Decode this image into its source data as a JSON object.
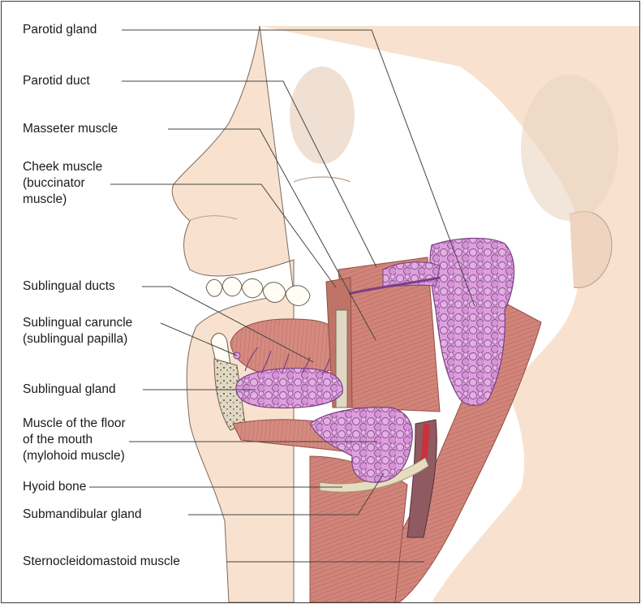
{
  "labels": {
    "parotid_gland": "Parotid gland",
    "parotid_duct": "Parotid duct",
    "masseter": "Masseter muscle",
    "cheek_muscle": "Cheek muscle\n(buccinator\nmuscle)",
    "sublingual_ducts": "Sublingual ducts",
    "sublingual_caruncle": "Sublingual caruncle\n(sublingual papilla)",
    "sublingual_gland": "Sublingual gland",
    "mylohoid": "Muscle of the floor\nof the mouth\n(mylohoid muscle)",
    "hyoid": "Hyoid bone",
    "submandibular": "Submandibular gland",
    "sternocleidomastoid": "Sternocleidomastoid muscle"
  },
  "colors": {
    "skin": "#f8e2cf",
    "skin_shade": "#ead3c2",
    "muscle": "#d1857a",
    "muscle_dark": "#b66a60",
    "gland": "#d99ad9",
    "gland_outline": "#7c3f84",
    "bone": "#ddd5bf",
    "leader": "#444444"
  }
}
